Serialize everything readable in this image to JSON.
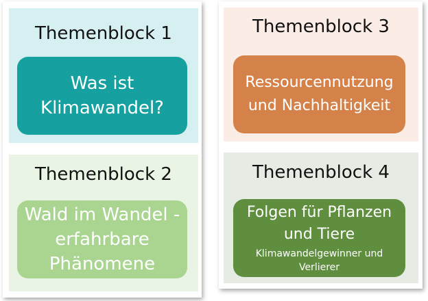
{
  "blocks": [
    {
      "title": "Themenblock 1",
      "box_text": "Was ist\nKlimawandel?",
      "subtext": "",
      "panel_color": "#d6eff1",
      "box_color": "#16a0a0"
    },
    {
      "title": "Themenblock 2",
      "box_text": "Wald im Wandel -\nerfahrbare\nPhänomene",
      "subtext": "",
      "panel_color": "#eaf4e4",
      "box_color": "#a9d591"
    },
    {
      "title": "Themenblock 3",
      "box_text": "Ressourcennutzung\nund Nachhaltigkeit",
      "subtext": "",
      "panel_color": "#fbece5",
      "box_color": "#d4824a"
    },
    {
      "title": "Themenblock 4",
      "box_text": "Folgen für Pflanzen\nund Tiere",
      "subtext": "Klimawandelgewinner und\nVerlierer",
      "panel_color": "#e6ece4",
      "box_color": "#5f8f3e"
    }
  ]
}
